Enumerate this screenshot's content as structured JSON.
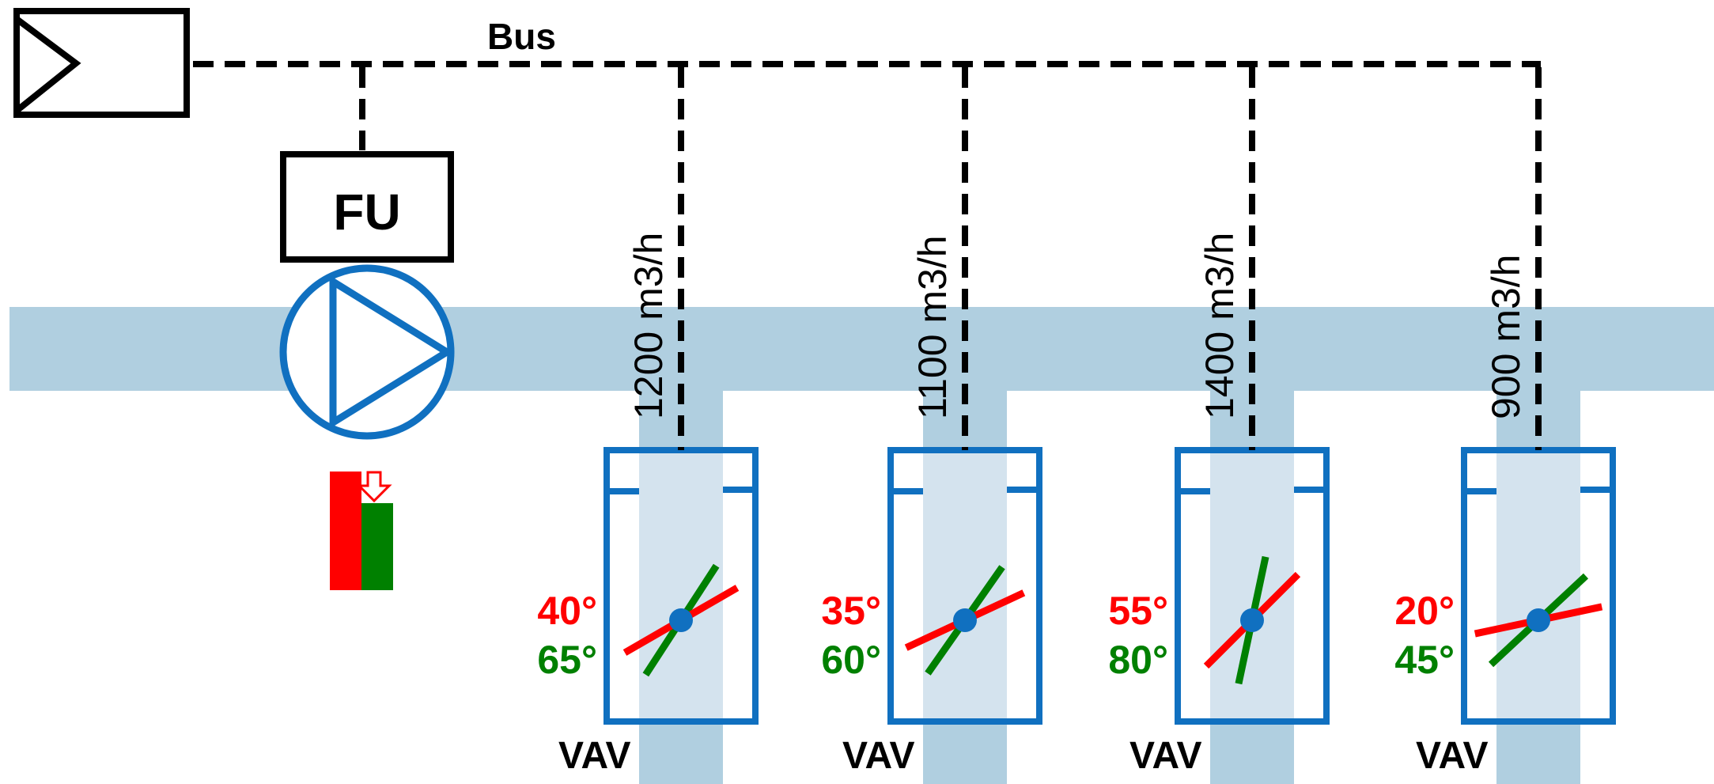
{
  "bus": {
    "label": "Bus"
  },
  "fu": {
    "label": "FU"
  },
  "colors": {
    "duct": "#b0cfe0",
    "duct_light": "#d4e3ee",
    "vav_frame": "#1070c0",
    "pump": "#1070c0",
    "actual_angle": "#ff0000",
    "target_angle": "#008000",
    "bus_line": "#000000"
  },
  "speed_indicator": {
    "current_color": "#ff0000",
    "target_color": "#008000",
    "arrow": "down-arrow-icon"
  },
  "vavs": [
    {
      "label": "VAV",
      "flow": "1200 m3/h",
      "red_angle_label": "40°",
      "green_angle_label": "65°",
      "red_angle": 30,
      "green_angle": 57
    },
    {
      "label": "VAV",
      "flow": "1100 m3/h",
      "red_angle_label": "35°",
      "green_angle_label": "60°",
      "red_angle": 25,
      "green_angle": 55
    },
    {
      "label": "VAV",
      "flow": "1400 m3/h",
      "red_angle_label": "55°",
      "green_angle_label": "80°",
      "red_angle": 45,
      "green_angle": 78
    },
    {
      "label": "VAV",
      "flow": "900 m3/h",
      "red_angle_label": "20°",
      "green_angle_label": "45°",
      "red_angle": 12,
      "green_angle": 43
    }
  ]
}
